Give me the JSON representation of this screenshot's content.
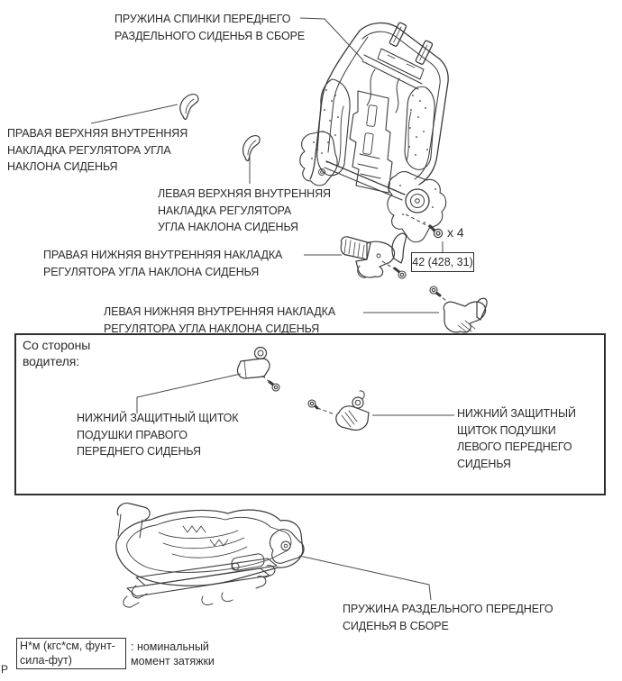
{
  "diagram": {
    "labels": {
      "seat_back_spring_assembly": "ПРУЖИНА СПИНКИ ПЕРЕДНЕГО\nРАЗДЕЛЬНОГО СИДЕНЬЯ В СБОРЕ",
      "right_upper_inner_cover": "ПРАВАЯ ВЕРХНЯЯ ВНУТРЕННЯЯ\nНАКЛАДКА РЕГУЛЯТОРА УГЛА\nНАКЛОНА СИДЕНЬЯ",
      "left_upper_inner_cover": "ЛЕВАЯ ВЕРХНЯЯ ВНУТРЕННЯЯ\nНАКЛАДКА РЕГУЛЯТОРА\nУГЛА НАКЛОНА СИДЕНЬЯ",
      "right_lower_inner_cover": "ПРАВАЯ НИЖНЯЯ ВНУТРЕННЯЯ НАКЛАДКА\nРЕГУЛЯТОРА УГЛА НАКЛОНА СИДЕНЬЯ",
      "left_lower_inner_cover": "ЛЕВАЯ НИЖНЯЯ ВНУТРЕННЯЯ НАКЛАДКА\nРЕГУЛЯТОРА УГЛА НАКЛОНА СИДЕНЬЯ",
      "front_seat_cushion_spring_assembly": "ПРУЖИНА РАЗДЕЛЬНОГО ПЕРЕДНЕГО\nСИДЕНЬЯ В СБОРЕ"
    },
    "inset": {
      "title": "Со стороны\nводителя:",
      "right_shield": "НИЖНИЙ ЗАЩИТНЫЙ ЩИТОК\nПОДУШКИ ПРАВОГО\nПЕРЕДНЕГО СИДЕНЬЯ",
      "left_shield": "НИЖНИЙ ЗАЩИТНЫЙ\nЩИТОК ПОДУШКИ\nЛЕВОГО ПЕРЕДНЕГО\nСИДЕНЬЯ"
    },
    "callouts": {
      "bolt_count": "x 4",
      "torque_spec": "42 (428, 31)"
    },
    "legend": {
      "unit_label": "Н*м (кгс*см, фунт-\nсила-фут)",
      "description": ": номинальный\nмомент затяжки"
    },
    "page_marker": "Р",
    "colors": {
      "line": "#3a3a3a",
      "leader": "#4a4a4a",
      "text": "#2b2b2b",
      "background": "#ffffff"
    }
  }
}
